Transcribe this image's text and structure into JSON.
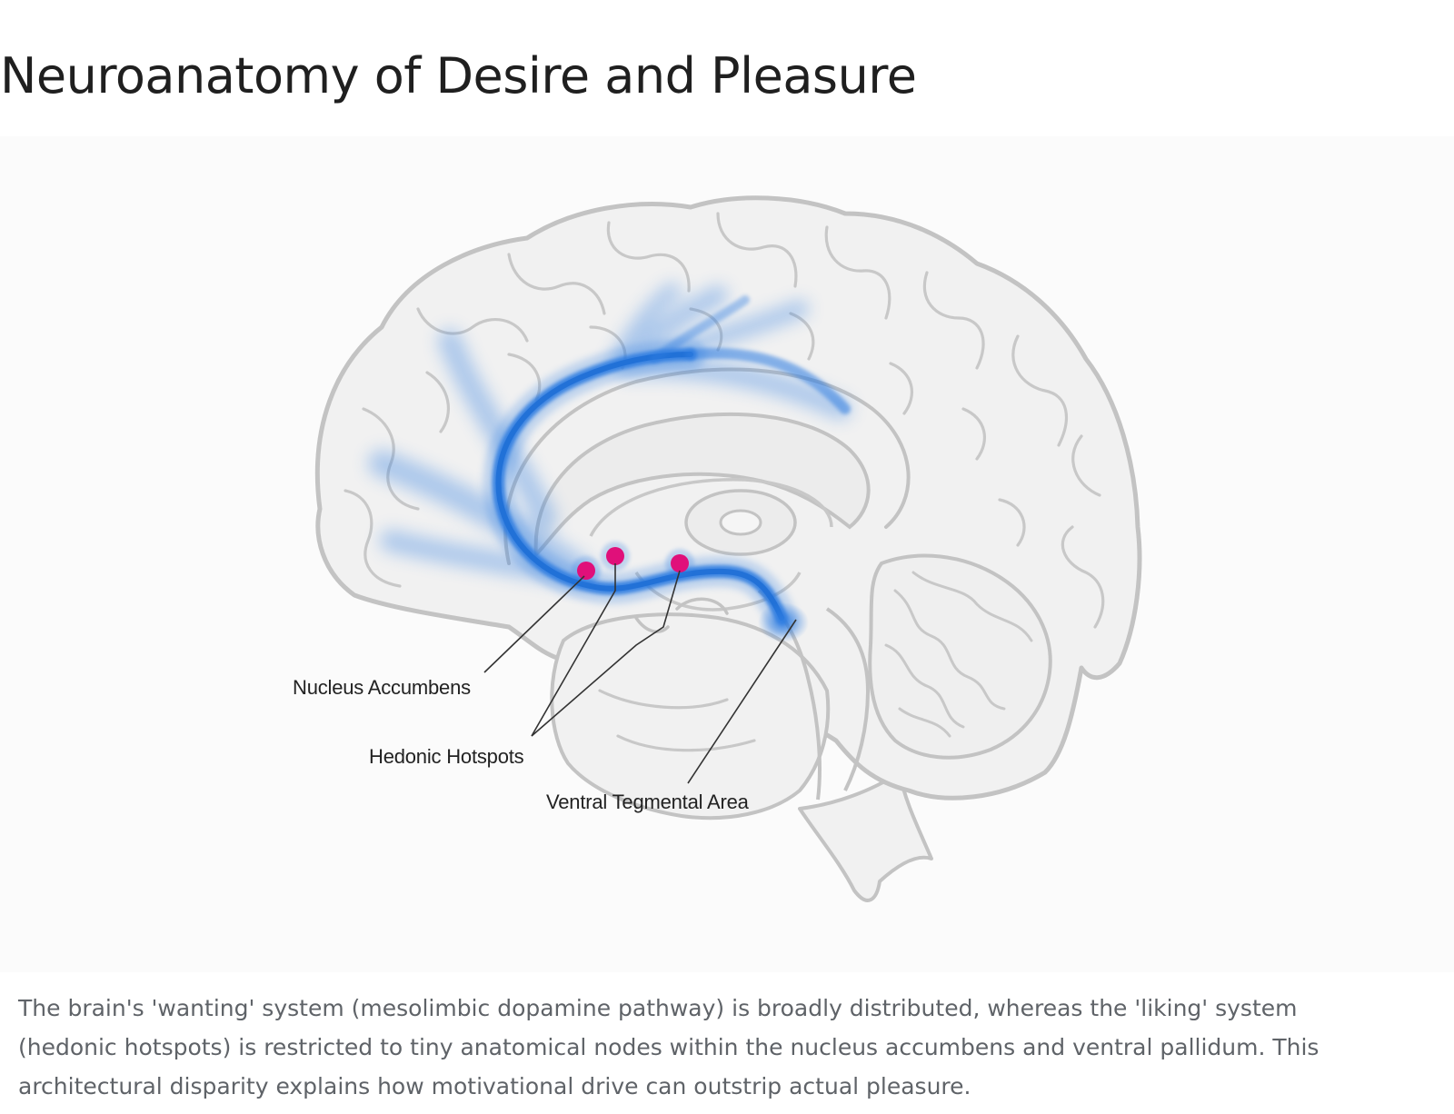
{
  "title": "Neuroanatomy of Desire and Pleasure",
  "diagram": {
    "labels": {
      "nucleus_accumbens": "Nucleus Accumbens",
      "hedonic_hotspots": "Hedonic Hotspots",
      "ventral_tegmental_area": "Ventral Tegmental Area"
    },
    "colors": {
      "dopamine_pathway": "#2f7de1",
      "hedonic_hotspot": "#e0107a",
      "brain_fill": "#f1f1f1",
      "brain_outline": "#bdbdbd"
    }
  },
  "caption": "The brain's 'wanting' system (mesolimbic dopamine pathway) is broadly distributed, whereas the 'liking' system (hedonic hotspots) is restricted to tiny anatomical nodes within the nucleus accumbens and ventral pallidum. This architectural disparity explains how motivational drive can outstrip actual pleasure."
}
